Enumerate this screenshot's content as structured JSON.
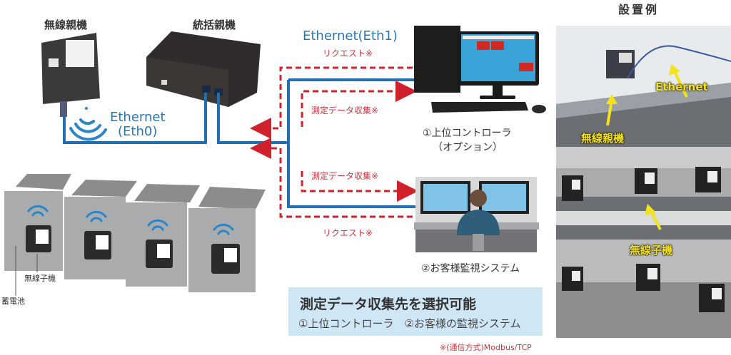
{
  "labels": {
    "wireless_master": "無線親機",
    "integrated_master": "統括親機",
    "ethernet_eth0_line1": "Ethernet",
    "ethernet_eth0_line2": "(Eth0)",
    "ethernet_eth1": "Ethernet(Eth1)",
    "wireless_slave": "無線子機",
    "storage_battery": "蓄電池"
  },
  "flows": {
    "request_top": "リクエスト※",
    "collect_top": "測定データ収集※",
    "collect_bottom": "測定データ収集※",
    "request_bottom": "リクエスト※"
  },
  "devices": {
    "controller_line1": "①上位コントローラ",
    "controller_line2": "（オプション）",
    "monitoring": "②お客様監視システム"
  },
  "info_box": {
    "title": "測定データ収集先を選択可能",
    "subtitle": "①上位コントローラ　②お客様の監視システム"
  },
  "footnote": "※(通信方式)Modbus/TCP",
  "installation": {
    "title": "設置例",
    "labels": {
      "ethernet": "Ethernet",
      "wireless_master": "無線親機",
      "wireless_slave": "無線子機"
    }
  },
  "colors": {
    "ethernet_blue": "#1f6fb2",
    "dashed_red": "#d0202c",
    "info_box_bg": "#cfe6f5",
    "callout_yellow": "#f4e21a"
  }
}
